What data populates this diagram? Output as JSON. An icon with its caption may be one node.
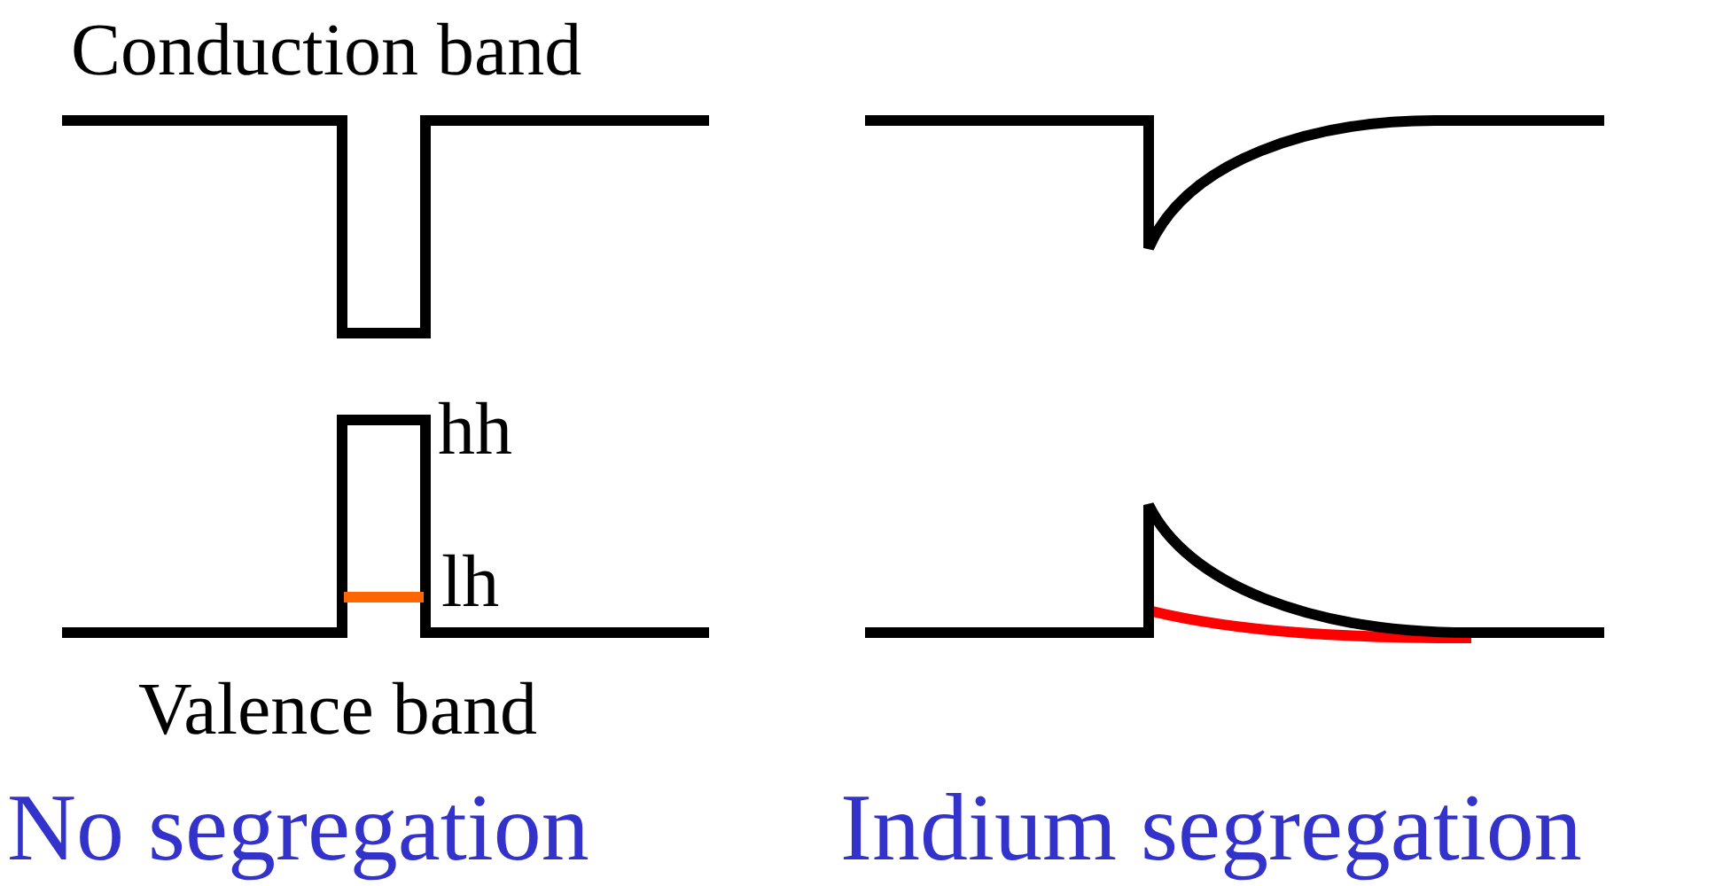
{
  "diagram": {
    "labels": [
      "Conduction band",
      "hh",
      "lh",
      "Valence band",
      "No segregation",
      "Indium segregation"
    ]
  }
}
